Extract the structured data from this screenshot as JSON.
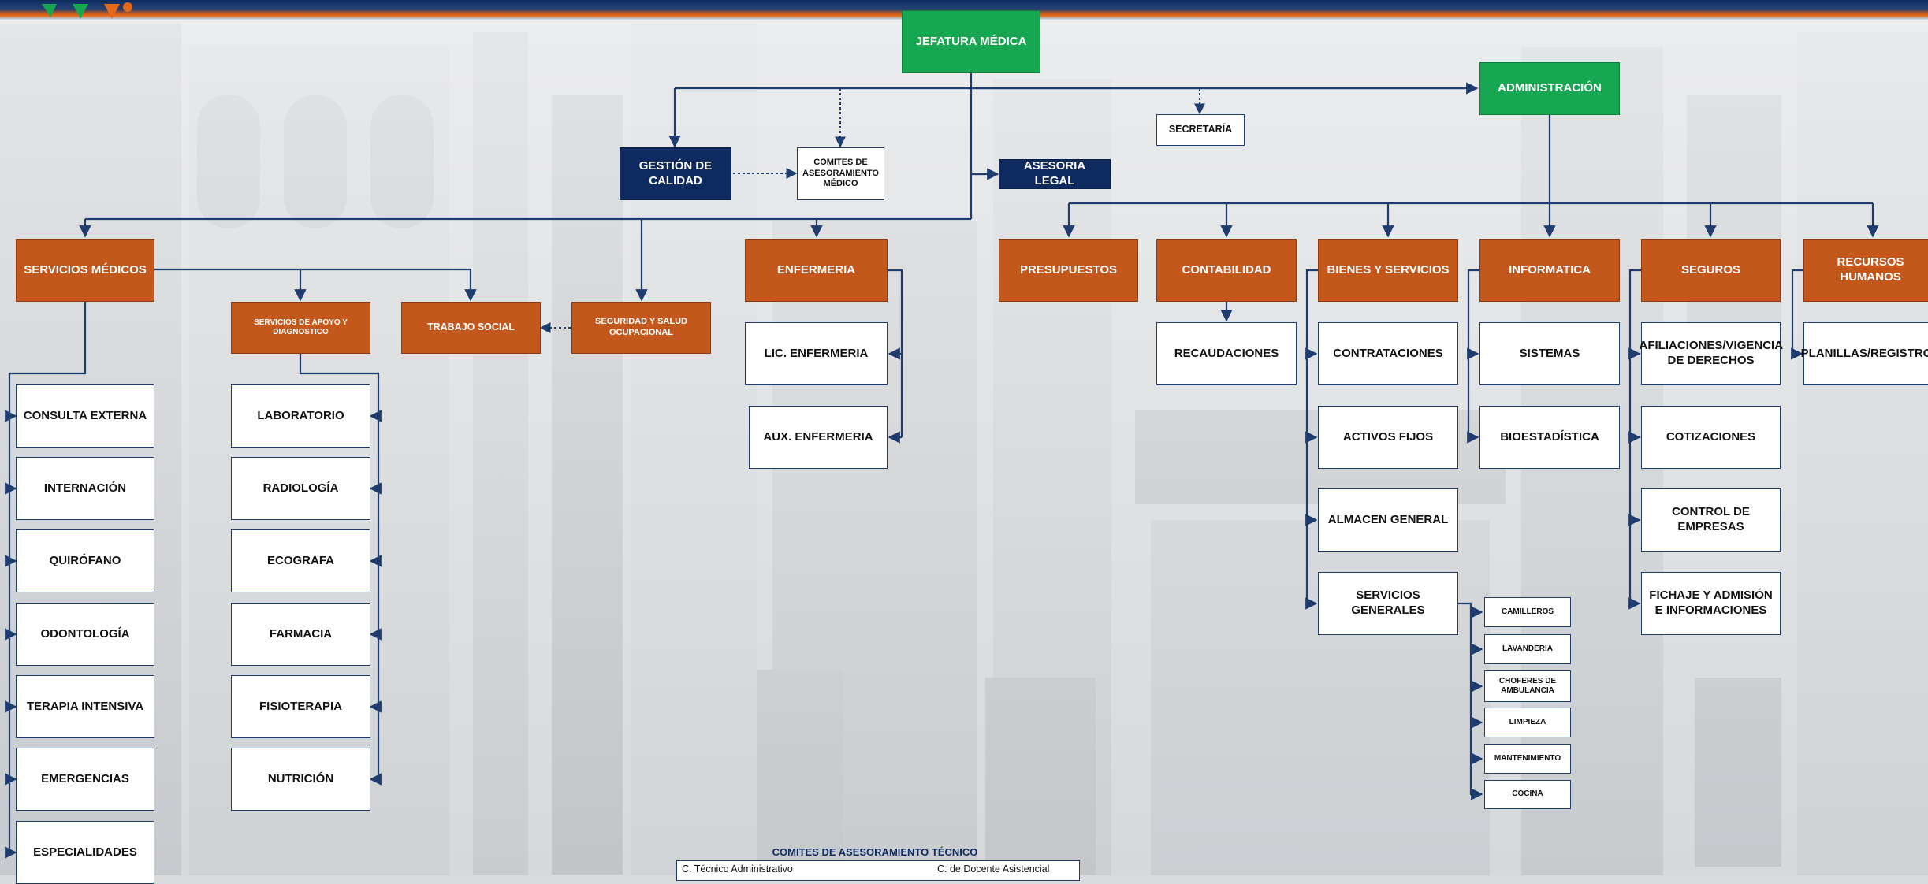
{
  "top": {
    "jefatura": "JEFATURA MÉDICA",
    "administracion": "ADMINISTRACIÓN",
    "secretaria": "SECRETARÍA",
    "gestion_calidad": "GESTIÓN DE CALIDAD",
    "comites": "COMITES DE ASESORAMIENTO MÉDICO",
    "asesoria_legal": "ASESORIA LEGAL"
  },
  "medical": {
    "servicios_medicos": "SERVICIOS MÉDICOS",
    "servicios_apoyo": "SERVICIOS DE APOYO Y DIAGNOSTICO",
    "trabajo_social": "TRABAJO SOCIAL",
    "seguridad_salud": "SEGURIDAD Y SALUD OCUPACIONAL",
    "enfermeria": "ENFERMERIA",
    "servicios_medicos_items": [
      "CONSULTA EXTERNA",
      "INTERNACIÓN",
      "QUIRÓFANO",
      "ODONTOLOGÍA",
      "TERAPIA INTENSIVA",
      "EMERGENCIAS",
      "ESPECIALIDADES"
    ],
    "apoyo_items": [
      "LABORATORIO",
      "RADIOLOGÍA",
      "ECOGRAFA",
      "FARMACIA",
      "FISIOTERAPIA",
      "NUTRICIÓN"
    ],
    "enfermeria_items": [
      "LIC. ENFERMERIA",
      "AUX. ENFERMERIA"
    ]
  },
  "admin": {
    "presupuestos": "PRESUPUESTOS",
    "contabilidad": "CONTABILIDAD",
    "bienes_servicios": "BIENES Y SERVICIOS",
    "informatica": "INFORMATICA",
    "seguros": "SEGUROS",
    "recursos_humanos": "RECURSOS HUMANOS",
    "contabilidad_items": [
      "RECAUDACIONES"
    ],
    "bienes_items": [
      "CONTRATACIONES",
      "ACTIVOS FIJOS",
      "ALMACEN GENERAL",
      "SERVICIOS GENERALES"
    ],
    "informatica_items": [
      "SISTEMAS",
      "BIOESTADÍSTICA"
    ],
    "seguros_items": [
      "AFILIACIONES/VIGENCIA DE DERECHOS",
      "COTIZACIONES",
      "CONTROL DE EMPRESAS",
      "FICHAJE Y ADMISIÓN E INFORMACIONES"
    ],
    "rrhh_items": [
      "PLANILLAS/REGISTROS"
    ],
    "servicios_generales_items": [
      "CAMILLEROS",
      "LAVANDERIA",
      "CHOFERES DE AMBULANCIA",
      "LIMPIEZA",
      "MANTENIMIENTO",
      "COCINA"
    ]
  },
  "legend": {
    "title": "COMITES DE ASESORAMIENTO TÉCNICO",
    "col1": "C. Técnico Administrativo",
    "col2": "C. de Docente Asistencial"
  },
  "colors": {
    "orange": "#c4571b",
    "green": "#17a651",
    "navy": "#0e2a5e",
    "line": "#1f3c6e"
  }
}
